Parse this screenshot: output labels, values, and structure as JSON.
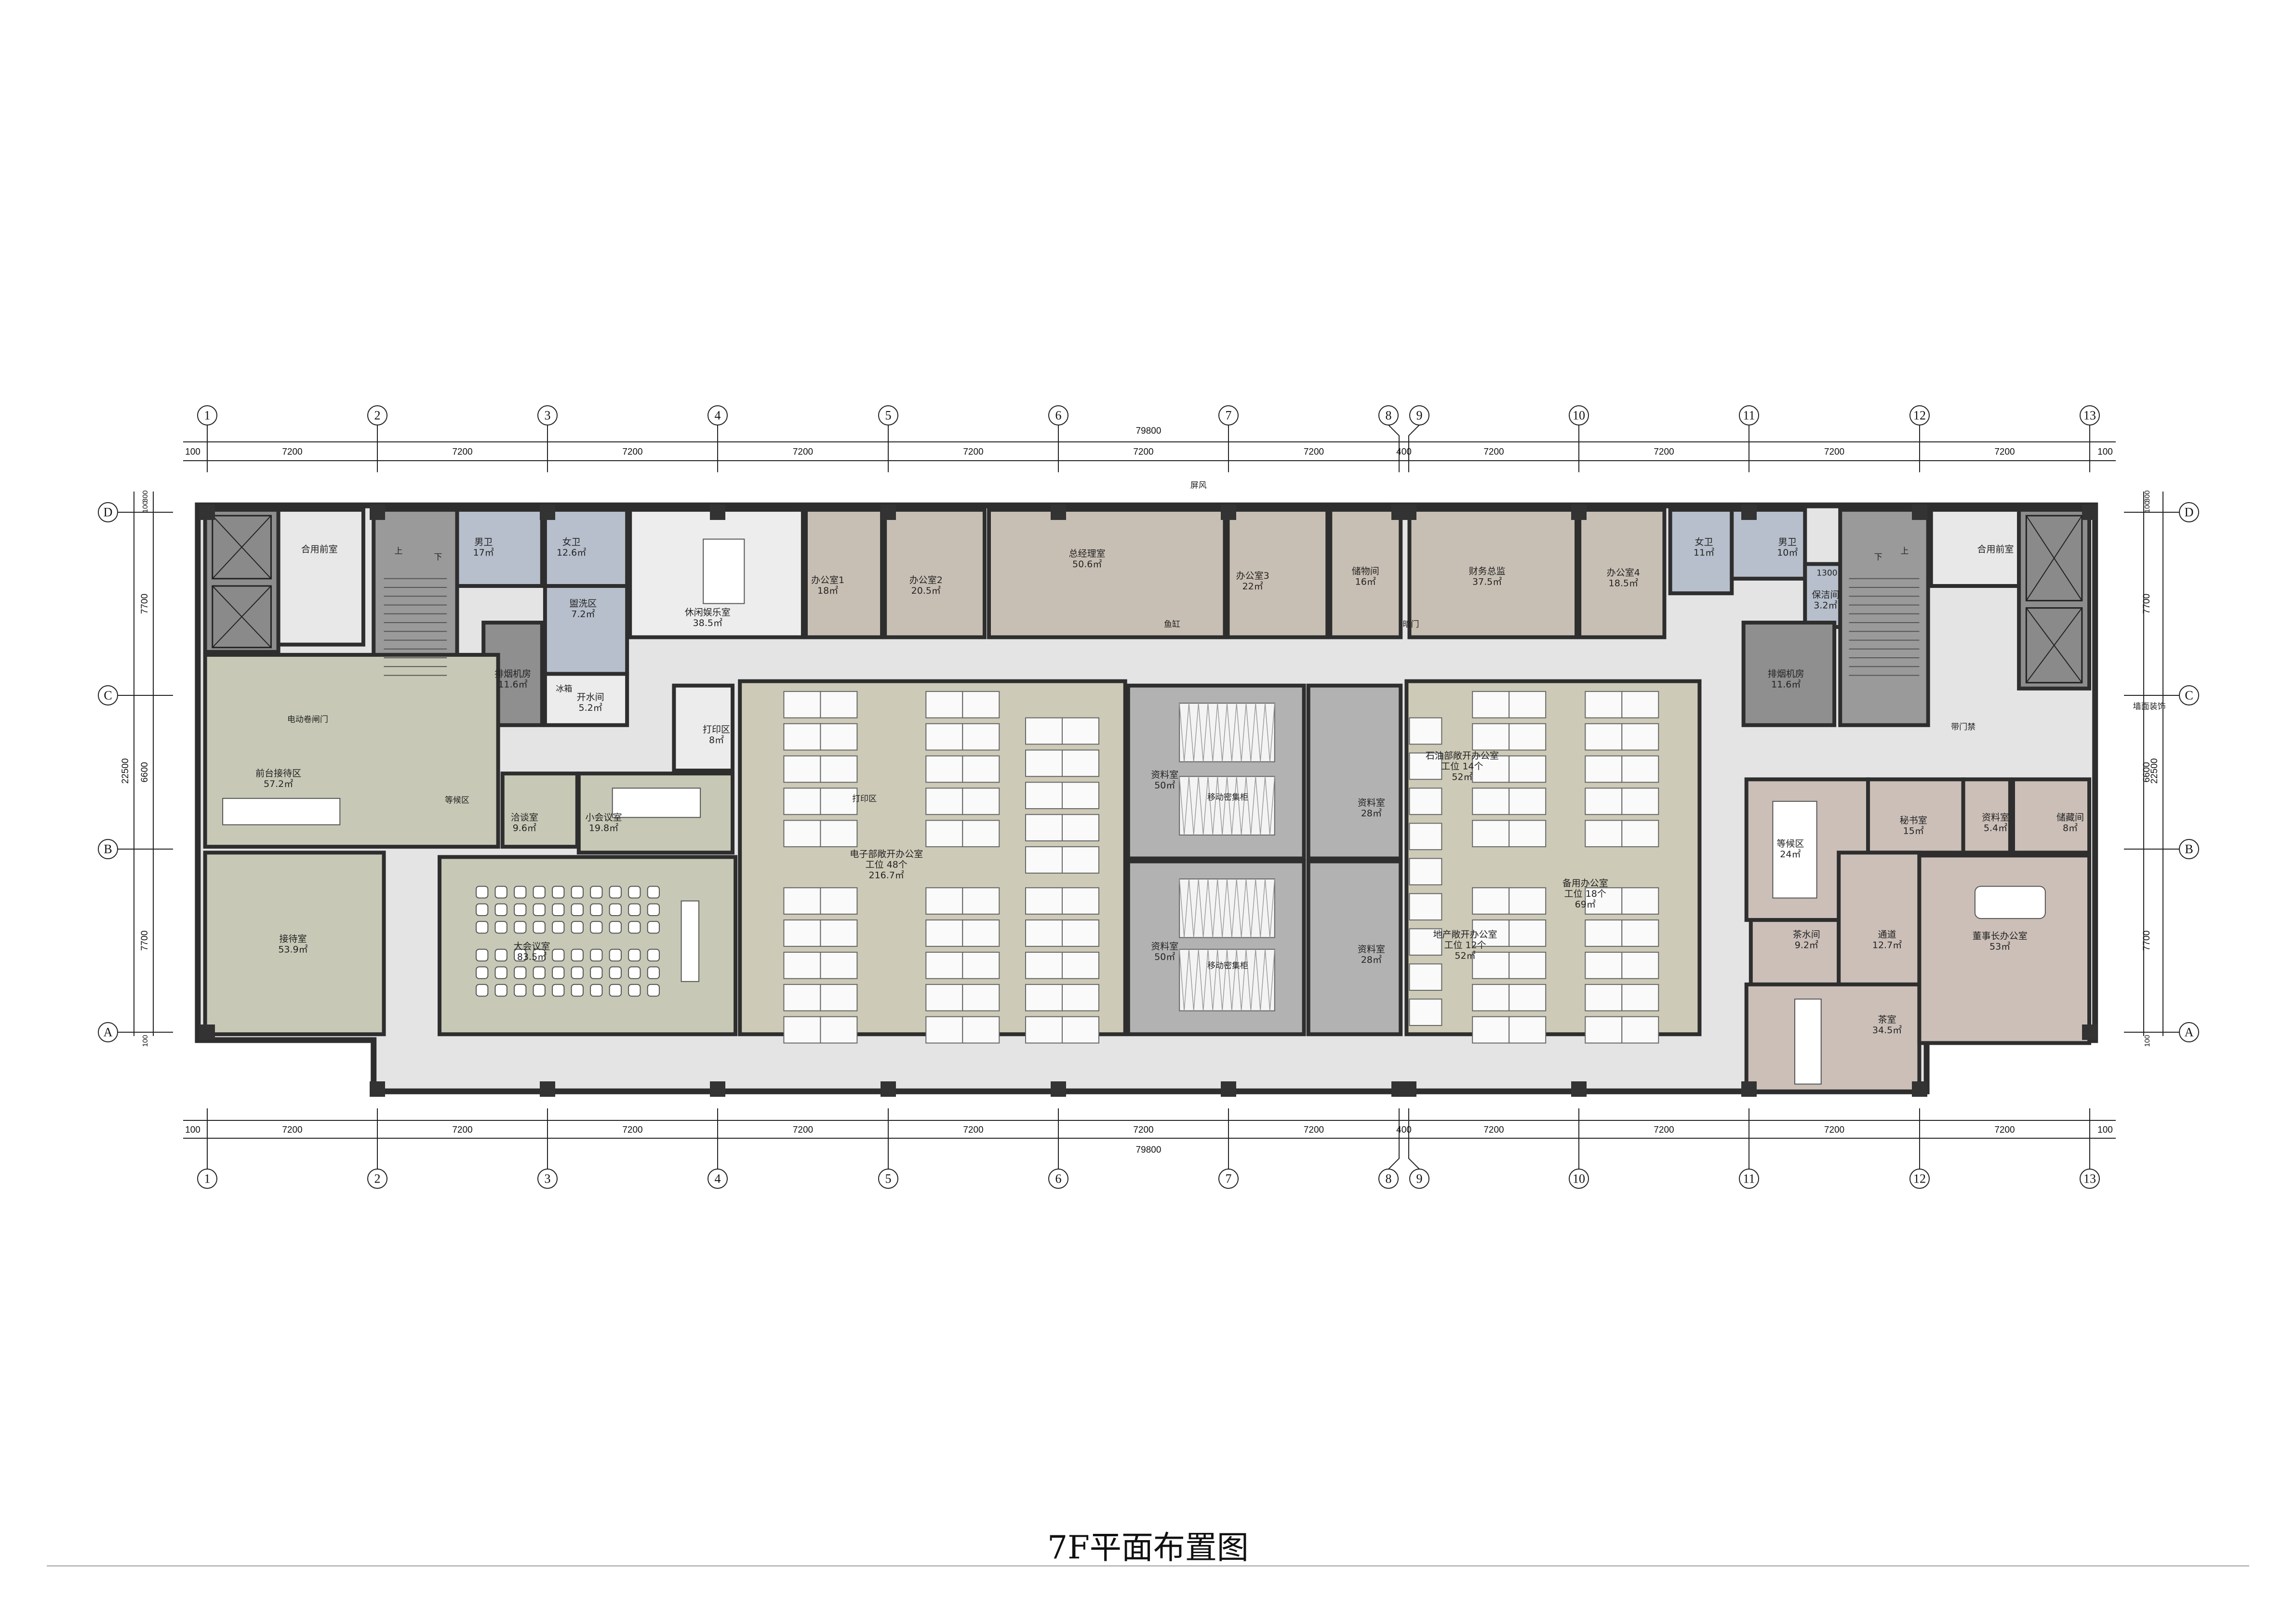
{
  "title": "7F平面布置图",
  "axes": {
    "columns": [
      "1",
      "2",
      "3",
      "4",
      "5",
      "6",
      "7",
      "8",
      "9",
      "10",
      "11",
      "12",
      "13"
    ],
    "rows": [
      "D",
      "C",
      "B",
      "A"
    ],
    "horizontal_dims": [
      "100",
      "7200",
      "7200",
      "7200",
      "7200",
      "7200",
      "7200",
      "7200",
      "400",
      "7200",
      "7200",
      "7200",
      "7200",
      "100"
    ],
    "horizontal_total": "79800",
    "vertical_dims": [
      "300",
      "100",
      "7700",
      "6600",
      "7700",
      "100"
    ],
    "vertical_total": "22500"
  },
  "rooms": [
    {
      "name": "合用前室"
    },
    {
      "name": "男卫",
      "area": "17㎡"
    },
    {
      "name": "女卫",
      "area": "12.6㎡"
    },
    {
      "name": "盥洗区",
      "area": "7.2㎡"
    },
    {
      "name": "排烟机房",
      "area": "11.6㎡"
    },
    {
      "name": "开水间",
      "area": "5.2㎡"
    },
    {
      "name": "休闲娱乐室",
      "area": "38.5㎡"
    },
    {
      "name": "办公室1",
      "area": "18㎡"
    },
    {
      "name": "办公室2",
      "area": "20.5㎡"
    },
    {
      "name": "总经理室",
      "area": "50.6㎡"
    },
    {
      "name": "办公室3",
      "area": "22㎡"
    },
    {
      "name": "储物间",
      "area": "16㎡"
    },
    {
      "name": "财务总监",
      "area": "37.5㎡"
    },
    {
      "name": "办公室4",
      "area": "18.5㎡"
    },
    {
      "name": "女卫",
      "area": "11㎡"
    },
    {
      "name": "男卫",
      "area": "10㎡"
    },
    {
      "name": "保洁间",
      "area": "3.2㎡"
    },
    {
      "name": "合用前室"
    },
    {
      "name": "排烟机房",
      "area": "11.6㎡"
    },
    {
      "name": "前台接待区",
      "area": "57.2㎡"
    },
    {
      "name": "洽谈室",
      "area": "9.6㎡"
    },
    {
      "name": "小会议室",
      "area": "19.8㎡"
    },
    {
      "name": "打印区",
      "area": "8㎡"
    },
    {
      "name": "接待室",
      "area": "53.9㎡"
    },
    {
      "name": "大会议室",
      "area": "83.5㎡"
    },
    {
      "name": "电子部敞开办公室",
      "seats": "工位 48个",
      "area": "216.7㎡"
    },
    {
      "name": "资料室",
      "area": "50㎡"
    },
    {
      "name": "资料室",
      "area": "50㎡"
    },
    {
      "name": "资料室",
      "area": "28㎡"
    },
    {
      "name": "资料室",
      "area": "28㎡"
    },
    {
      "name": "石油部敞开办公室",
      "seats": "工位 14个",
      "area": "52㎡"
    },
    {
      "name": "备用办公室",
      "seats": "工位 18个",
      "area": "69㎡"
    },
    {
      "name": "地产敞开办公室",
      "seats": "工位 12个",
      "area": "52㎡"
    },
    {
      "name": "等候区",
      "area": "24㎡"
    },
    {
      "name": "秘书室",
      "area": "15㎡"
    },
    {
      "name": "资料室",
      "area": "5.4㎡"
    },
    {
      "name": "储藏间",
      "area": "8㎡"
    },
    {
      "name": "茶水间",
      "area": "9.2㎡"
    },
    {
      "name": "通道",
      "area": "12.7㎡"
    },
    {
      "name": "茶室",
      "area": "34.5㎡"
    },
    {
      "name": "董事长办公室",
      "area": "53㎡"
    }
  ],
  "annotations": [
    "屏风",
    "鱼缸",
    "冰箱",
    "电动卷闸门",
    "等候区",
    "打印区",
    "移动密集柜",
    "移动密集柜",
    "墙面装饰",
    "带门禁",
    "1300",
    "暗门",
    "上",
    "下",
    "下",
    "上"
  ],
  "colors": {
    "wall": "#2e2e2e",
    "corridor": "#e4e4e4",
    "office_tan": "#c8bfb4",
    "restroom_blue": "#b7bfcc",
    "meeting_sage": "#c7c9b6",
    "open_office": "#cdcab7",
    "archive_grey": "#b2b2b2",
    "core_grey": "#8d8d8d",
    "vip_mauve": "#cbbfb8"
  }
}
